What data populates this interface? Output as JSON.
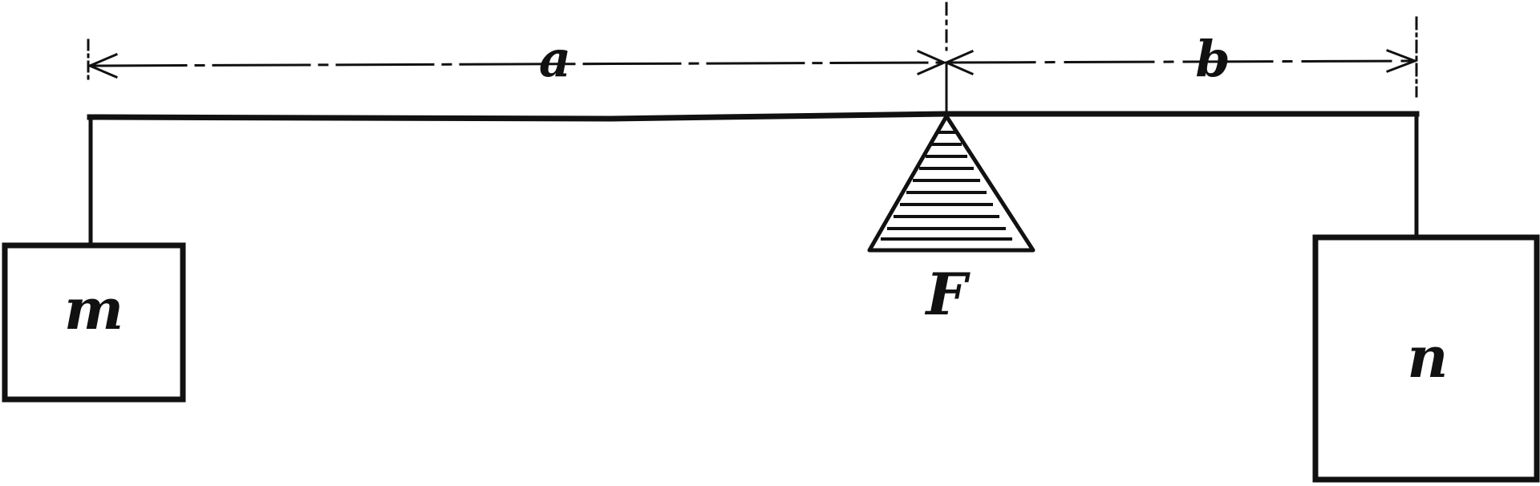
{
  "labels": {
    "distance_left": "a",
    "distance_right": "b",
    "mass_left": "m",
    "mass_right": "n",
    "fulcrum": "F"
  },
  "colors": {
    "ink": "#111111",
    "background": "#ffffff"
  }
}
